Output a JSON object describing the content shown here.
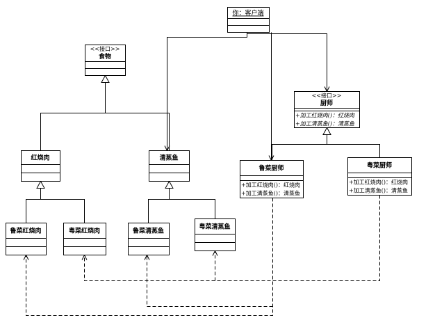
{
  "classes": [
    {
      "id": "client",
      "name": "你：客户端",
      "underline": true
    },
    {
      "id": "food",
      "stereotype": "<<接口>>",
      "name": "食物"
    },
    {
      "id": "chef",
      "stereotype": "<<接口>>",
      "name": "厨师",
      "operations": [
        "+加工红烧肉()：红烧肉",
        "+加工清蒸鱼()：清蒸鱼"
      ],
      "italic_ops": true
    },
    {
      "id": "hongshaorou",
      "name": "红烧肉"
    },
    {
      "id": "qingzhengyu",
      "name": "清蒸鱼"
    },
    {
      "id": "lu_chef",
      "name": "鲁菜厨师",
      "operations": [
        "+加工红烧肉()：红烧肉",
        "+加工清蒸鱼()：清蒸鱼"
      ]
    },
    {
      "id": "yue_chef",
      "name": "粤菜厨师",
      "operations": [
        "+加工红烧肉()：红烧肉",
        "+加工清蒸鱼()：清蒸鱼"
      ]
    },
    {
      "id": "lu_hongshaorou",
      "name": "鲁菜红烧肉"
    },
    {
      "id": "yue_hongshaorou",
      "name": "粤菜红烧肉"
    },
    {
      "id": "lu_qingzhengyu",
      "name": "鲁菜清蒸鱼"
    },
    {
      "id": "yue_qingzhengyu",
      "name": "粤菜清蒸鱼"
    }
  ],
  "relations": [
    {
      "type": "realization",
      "from": "hongshaorou",
      "to": "food"
    },
    {
      "type": "realization",
      "from": "qingzhengyu",
      "to": "food"
    },
    {
      "type": "realization",
      "from": "lu_chef",
      "to": "chef"
    },
    {
      "type": "realization",
      "from": "yue_chef",
      "to": "chef"
    },
    {
      "type": "generalization",
      "from": "lu_hongshaorou",
      "to": "hongshaorou"
    },
    {
      "type": "generalization",
      "from": "yue_hongshaorou",
      "to": "hongshaorou"
    },
    {
      "type": "generalization",
      "from": "lu_qingzhengyu",
      "to": "qingzhengyu"
    },
    {
      "type": "generalization",
      "from": "yue_qingzhengyu",
      "to": "qingzhengyu"
    },
    {
      "type": "association",
      "from": "client",
      "to": "qingzhengyu"
    },
    {
      "type": "association",
      "from": "client",
      "to": "chef"
    },
    {
      "type": "association",
      "from": "client",
      "to": "lu_chef"
    },
    {
      "type": "dependency",
      "from": "lu_chef",
      "to": "lu_hongshaorou"
    },
    {
      "type": "dependency",
      "from": "lu_chef",
      "to": "lu_qingzhengyu"
    },
    {
      "type": "dependency",
      "from": "yue_chef",
      "to": "yue_hongshaorou"
    },
    {
      "type": "dependency",
      "from": "yue_chef",
      "to": "yue_qingzhengyu"
    }
  ]
}
